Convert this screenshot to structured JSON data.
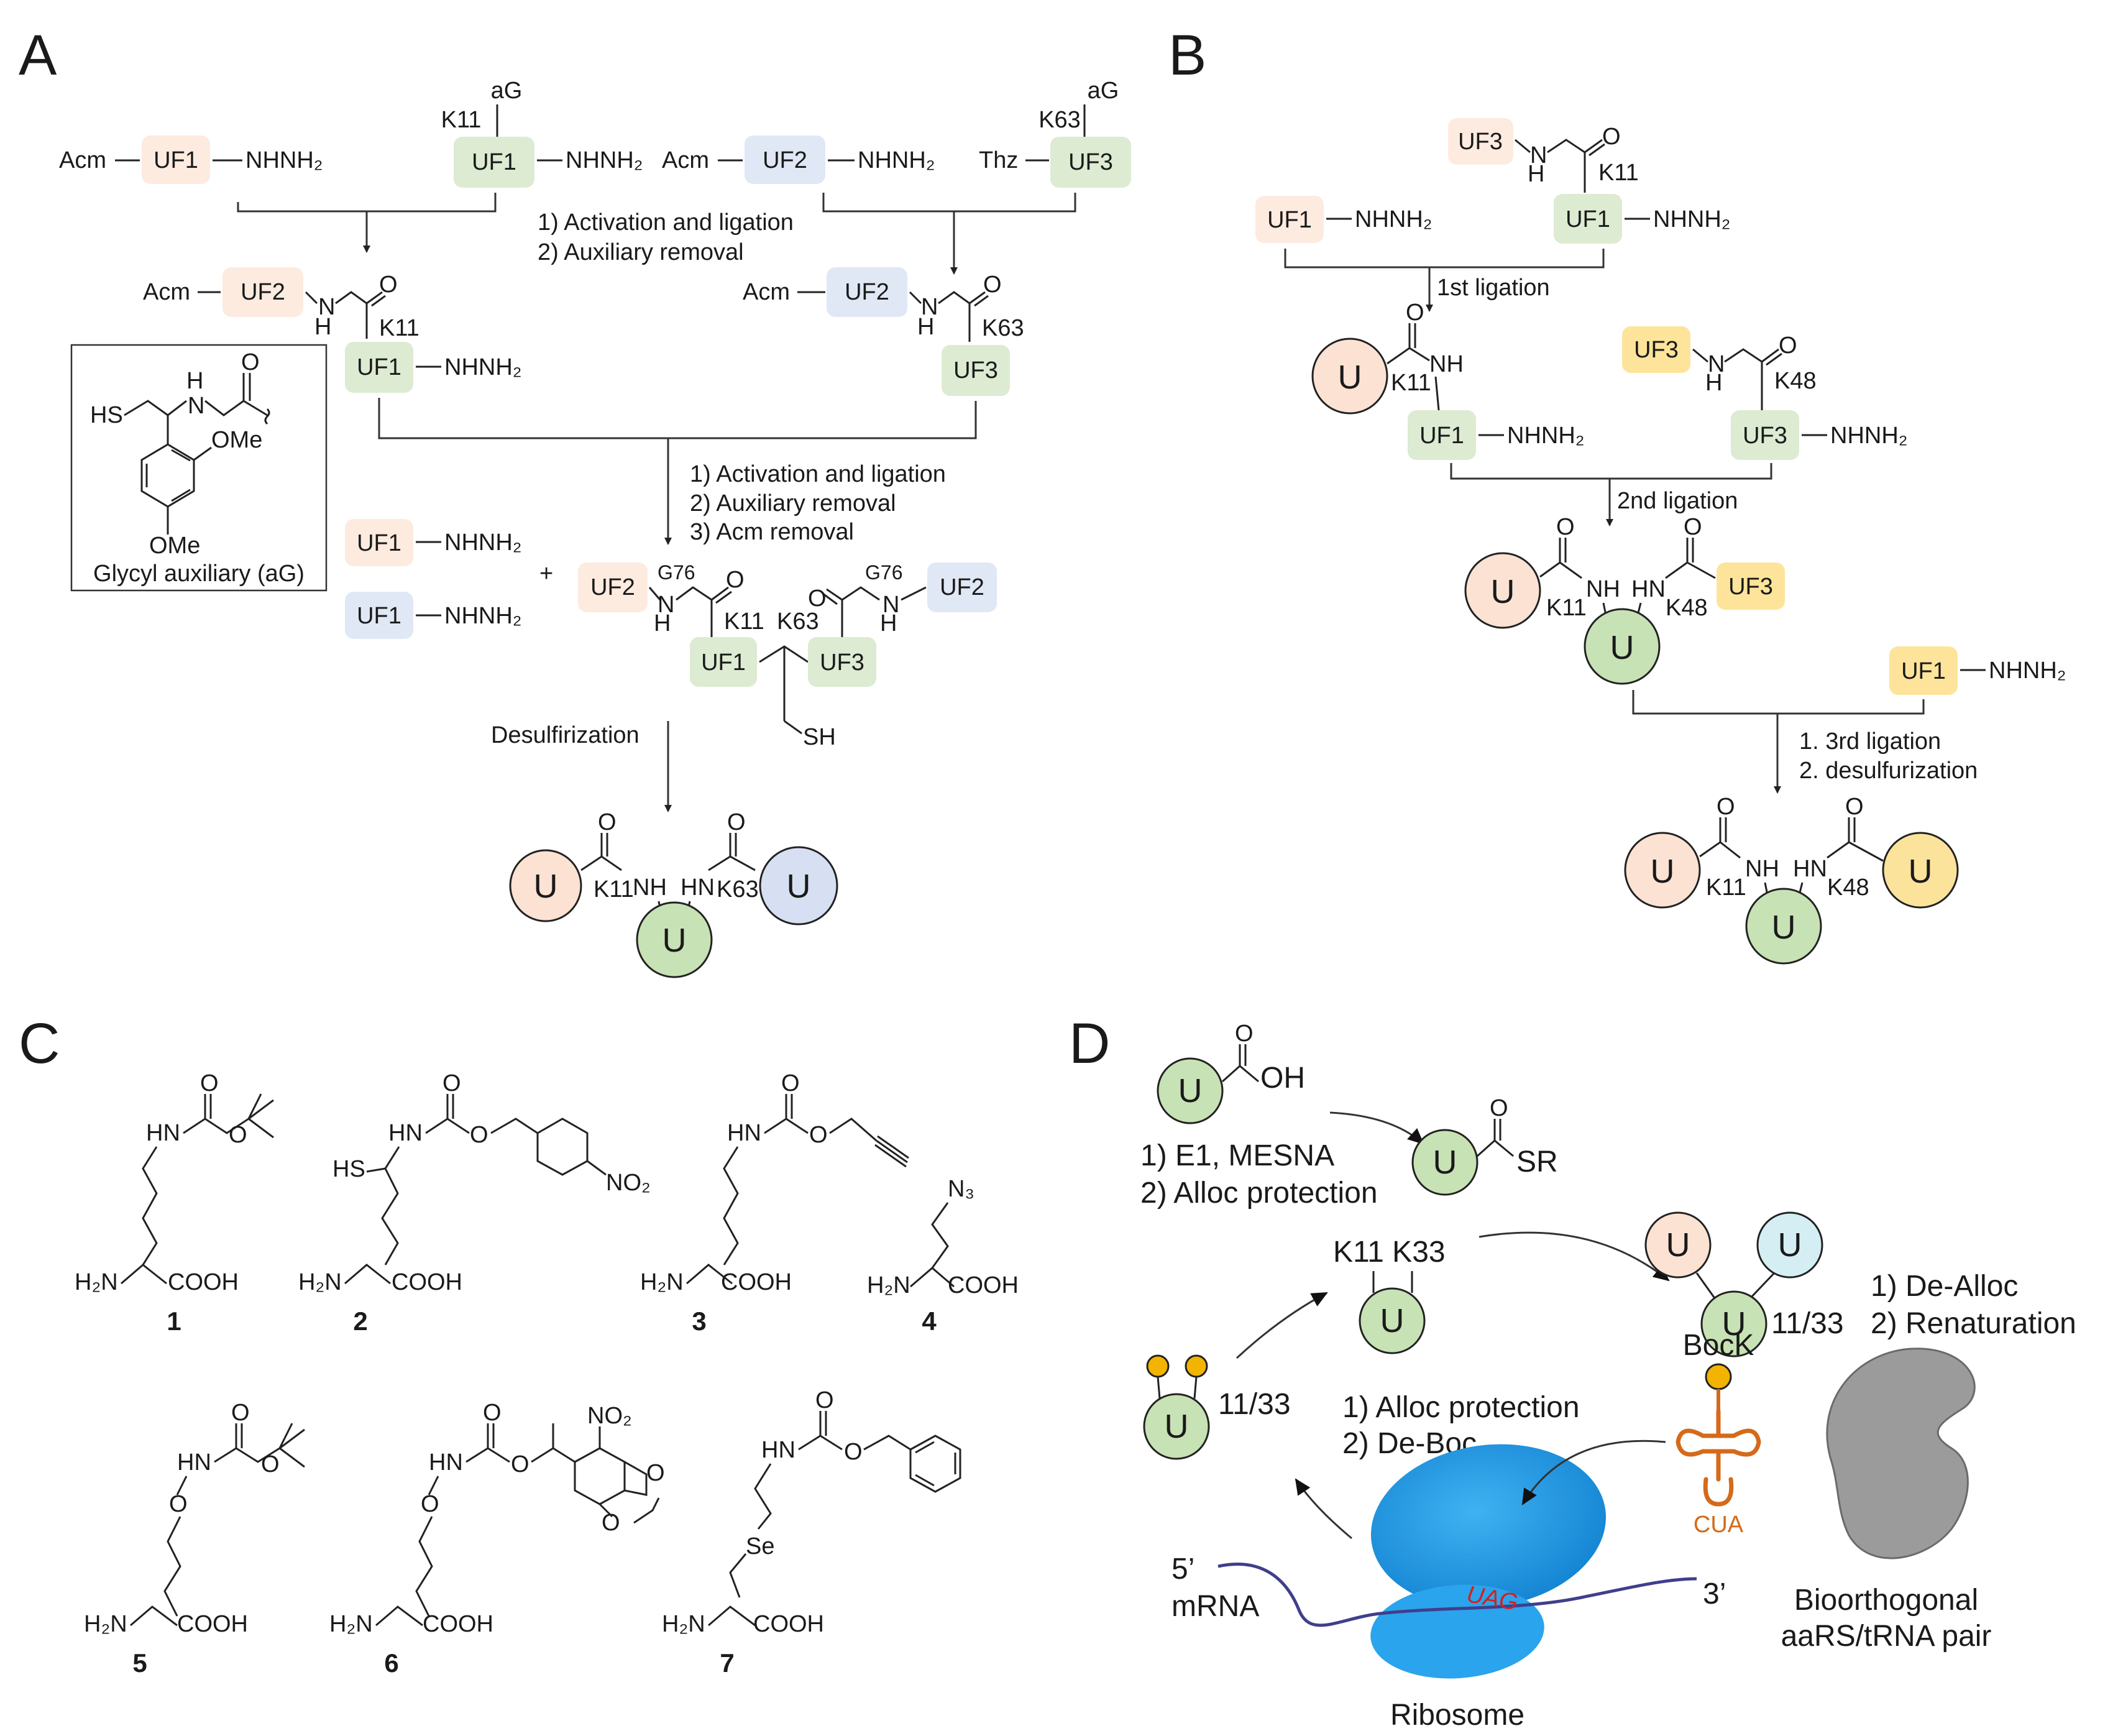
{
  "panels": {
    "a": "A",
    "b": "B",
    "c": "C",
    "d": "D"
  },
  "common": {
    "UF1": "UF1",
    "UF2": "UF2",
    "UF3": "UF3",
    "U": "U",
    "NHNH2": "NHNH₂",
    "Acm": "Acm",
    "Thz": "Thz",
    "aG": "aG",
    "K11": "K11",
    "K48": "K48",
    "K63": "K63",
    "G76": "G76",
    "N": "N",
    "H": "H",
    "NH": "NH",
    "HN": "HN",
    "O": "O",
    "SH": "SH",
    "HS": "HS",
    "plus": "+"
  },
  "panel_a": {
    "steps1": [
      "1) Activation and ligation",
      "2) Auxiliary removal"
    ],
    "steps2": [
      "1) Activation and ligation",
      "2) Auxiliary removal",
      "3) Acm removal"
    ],
    "desulf": "Desulfirization",
    "aux_caption": "Glycyl auxiliary (aG)",
    "OMe": "OMe"
  },
  "panel_b": {
    "lig1": "1st ligation",
    "lig2": "2nd ligation",
    "lig3": [
      "1. 3rd ligation",
      "2. desulfurization"
    ]
  },
  "panel_c": {
    "numbers": [
      "1",
      "2",
      "3",
      "4",
      "5",
      "6",
      "7"
    ],
    "H2N": "H₂N",
    "COOH": "COOH",
    "NO2": "NO₂",
    "N3": "N₃",
    "Se": "Se",
    "HN": "HN",
    "O": "O",
    "SH": "HS"
  },
  "panel_d": {
    "OH": "OH",
    "SR": "SR",
    "steps1": [
      "1) E1, MESNA",
      "2) Alloc protection"
    ],
    "k_label": "K11 K33",
    "ratio": "11/33",
    "steps2": [
      "1) De-Alloc",
      "2) Renaturation"
    ],
    "steps3": [
      "1) Alloc protection",
      "2) De-Boc"
    ],
    "bock": "BocK",
    "cua": "CUA",
    "uag": "UAG",
    "five": "5’",
    "three": "3’",
    "mrna": "mRNA",
    "ribosome": "Ribosome",
    "aars": [
      "Bioorthogonal",
      "aaRS/tRNA pair"
    ]
  },
  "colors": {
    "orange": "#fdebe0",
    "blue": "#e0e8f6",
    "green": "#dcebd2",
    "yellow": "#fde49a",
    "u_orange": "#fbe2d3",
    "u_blue": "#d6e0f2",
    "u_green": "#c7e2b4",
    "u_yellow": "#fce39c",
    "u_cyan": "#d4eef4",
    "ribosome": "#1f9ae6",
    "trna": "#d46a1a",
    "uag_red": "#d42020",
    "enzyme_gray": "#9b9b9b",
    "boc_ball": "#f2b400"
  }
}
